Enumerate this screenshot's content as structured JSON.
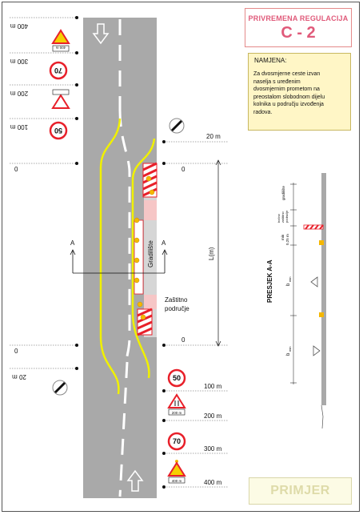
{
  "header": {
    "title": "PRIVREMENA REGULACIJA",
    "code": "C - 2"
  },
  "purpose": {
    "heading": "NAMJENA:",
    "lines": [
      "Za dvosmjerne ceste izvan",
      "naselja s uređenim",
      "dvosmjernim prometom na",
      "preostalom slobodnom dijelu",
      "kolnika u području izvođenja",
      "radova."
    ]
  },
  "distances_left": [
    "400 m",
    "300 m",
    "200 m",
    "100 m",
    "0",
    "0",
    "20 m"
  ],
  "distances_right": [
    "20 m",
    "0",
    "0",
    "100 m",
    "200 m",
    "300 m",
    "400 m"
  ],
  "sign_values": {
    "speed_50": "50",
    "speed_70": "70",
    "plate_200": "200 m",
    "plate_400": "400 m"
  },
  "labels": {
    "worksite": "Gradilište",
    "protection_zone": [
      "Zaštitno",
      "područje"
    ],
    "length": "L(m)",
    "section_mark": "A",
    "section_title": "PRESJEK A-A",
    "worksite_small": "gradilište",
    "safety_zone_small": [
      "bočno",
      "zaštitno",
      "područje"
    ],
    "min_label": "min",
    "min_value": "0,25 m",
    "b_min": "b",
    "b_min_sub": "min",
    "example": "PRIMJER"
  },
  "colors": {
    "road": "#a9a9a9",
    "lane_marking": "#ffffff",
    "guide_line": "#f0f000",
    "warning_red": "#e8202a",
    "beacon": "#f5b700",
    "title_accent": "#e05a7a"
  }
}
